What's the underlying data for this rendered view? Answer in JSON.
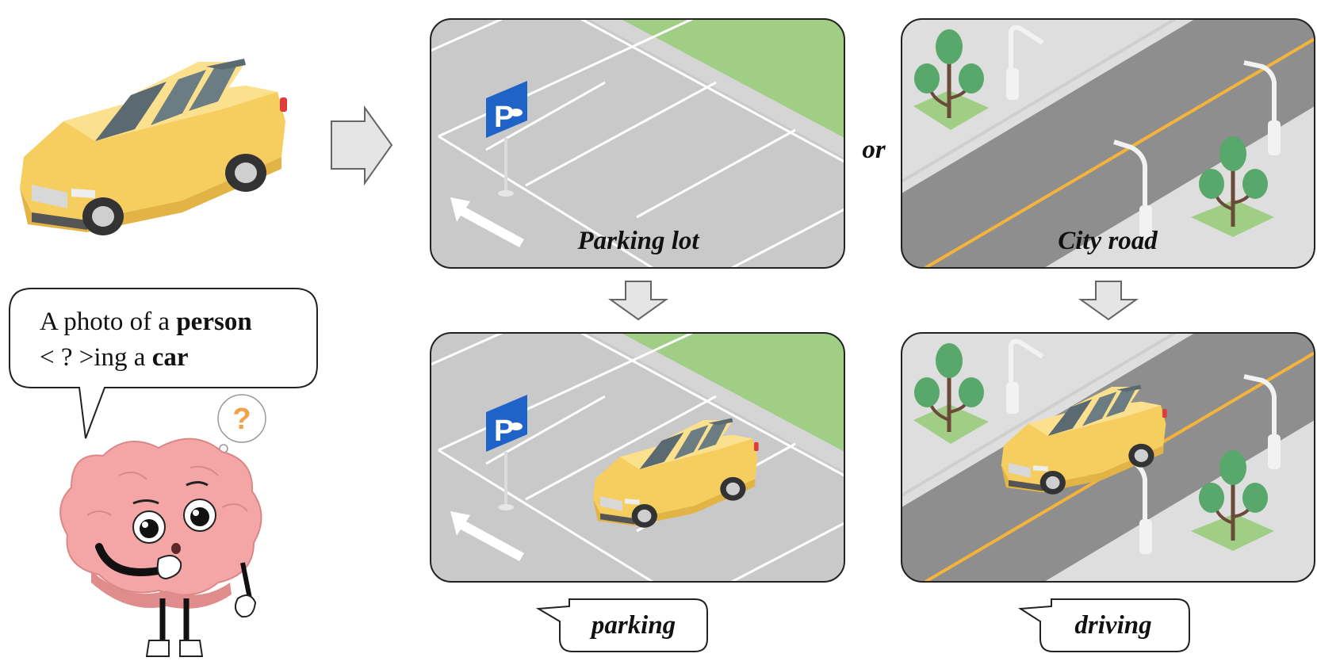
{
  "prompt": {
    "line1_prefix": "A photo of a ",
    "line1_bold": "person",
    "line2_prefix": "< ? >ing a ",
    "line2_bold": "car"
  },
  "thought_symbol": "?",
  "connector_word": "or",
  "scenes": {
    "parking_lot": {
      "label": "Parking lot",
      "sign_letter": "P",
      "action": "parking"
    },
    "city_road": {
      "label": "City road",
      "action": "driving"
    }
  },
  "colors": {
    "car_body": "#f6cd5f",
    "car_roof": "#fbe08e",
    "asphalt_light": "#c9c9c9",
    "asphalt_dark": "#8e8e8e",
    "grass": "#9fce84",
    "sign_blue": "#1f63c9",
    "road_line": "#f3b33c",
    "brain_pink": "#f4a6a6",
    "tree_green": "#57a86a"
  }
}
